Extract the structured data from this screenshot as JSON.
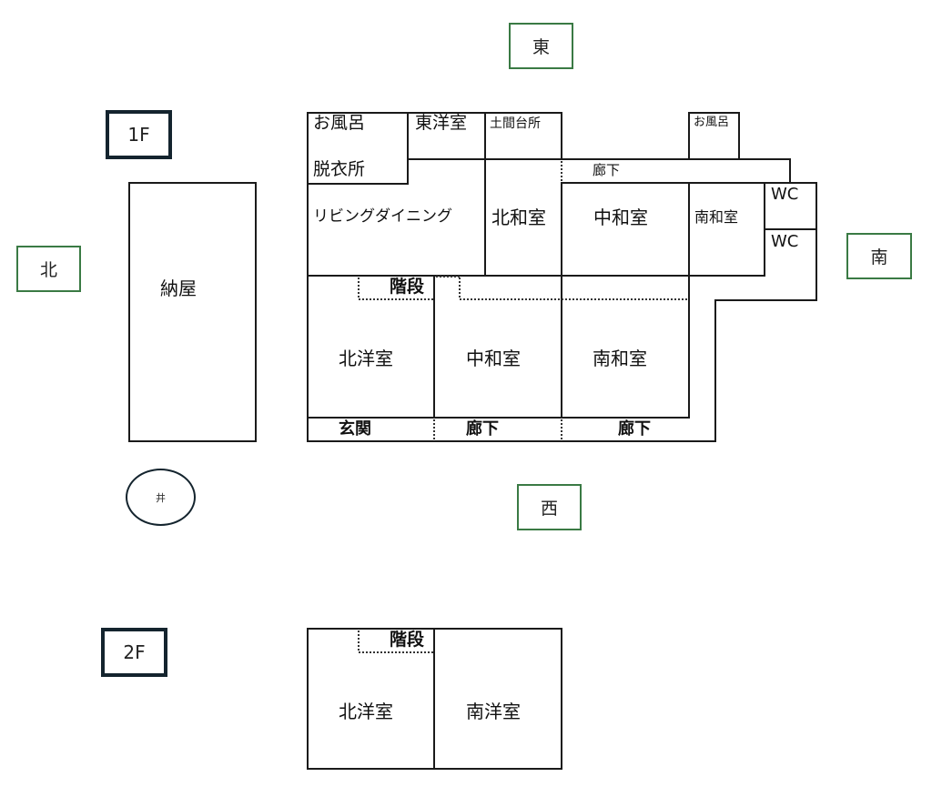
{
  "directions": {
    "east": "東",
    "west": "西",
    "north": "北",
    "south": "南"
  },
  "floors": {
    "first": "1F",
    "second": "2F"
  },
  "outbuildings": {
    "barn": "納屋",
    "well": "井"
  },
  "first_floor": {
    "bath_top": "お風呂",
    "dressing": "脱衣所",
    "east_western_room": "東洋室",
    "earthen_kitchen": "土間台所",
    "bath_right": "お風呂",
    "corridor_top": "廊下",
    "living_dining": "リビングダイニング",
    "north_japanese_room_top": "北和室",
    "middle_japanese_room_top": "中和室",
    "south_japanese_room_top": "南和室",
    "wc_1": "WC",
    "wc_2": "WC",
    "stairs": "階段",
    "north_western_room": "北洋室",
    "middle_japanese_room_bottom": "中和室",
    "south_japanese_room_bottom": "南和室",
    "entrance": "玄関",
    "corridor_bottom_1": "廊下",
    "corridor_bottom_2": "廊下"
  },
  "second_floor": {
    "stairs": "階段",
    "north_western_room": "北洋室",
    "south_western_room": "南洋室"
  },
  "colors": {
    "wall": "#1a1a1a",
    "direction_border": "#3a7a44",
    "floor_border": "#14242e"
  }
}
